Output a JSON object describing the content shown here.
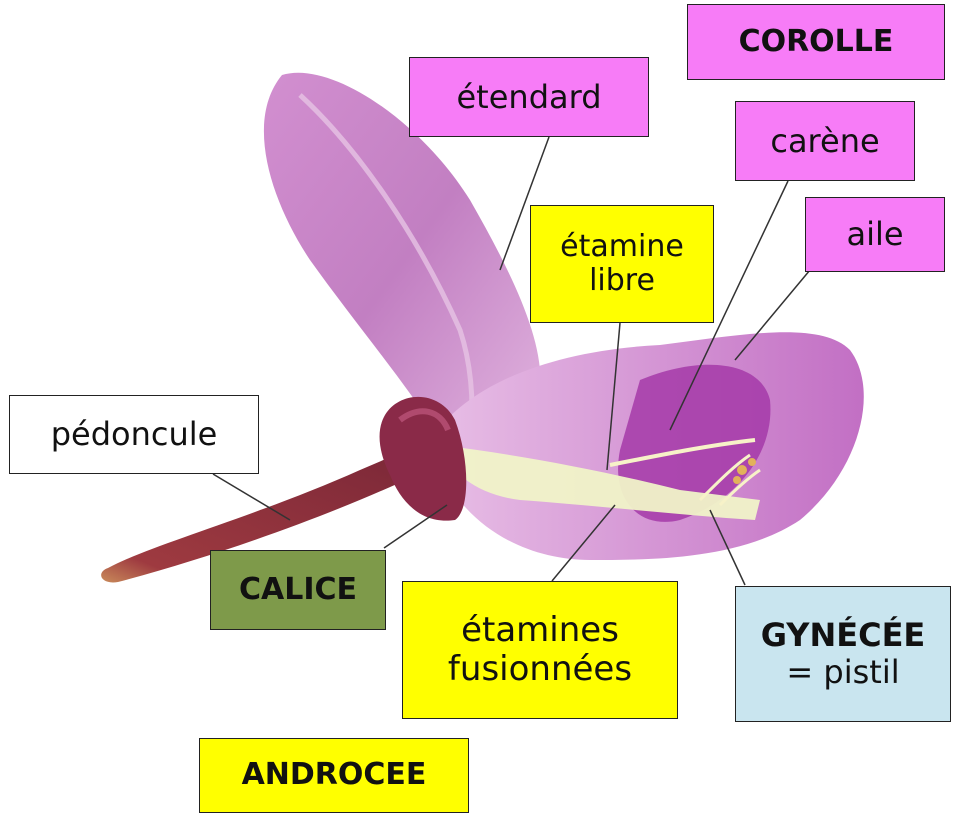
{
  "labels": {
    "corolle": "COROLLE",
    "etendard": "étendard",
    "carene": "carène",
    "aile": "aile",
    "etamine_libre_line1": "étamine",
    "etamine_libre_line2": "libre",
    "pedoncule": "pédoncule",
    "calice": "CALICE",
    "etamines_fusionnees_line1": "étamines",
    "etamines_fusionnees_line2": "fusionnées",
    "gynecee_title": "GYNÉCÉE",
    "gynecee_sub": "= pistil",
    "androcee": "ANDROCEE"
  },
  "colors": {
    "corolle_box": "#f77cf7",
    "androcee_box": "#ffff00",
    "calice_box": "#7e9a4a",
    "gynecee_box": "#c9e5ef",
    "petal": "#c979c6",
    "calyx": "#8a2a48",
    "stem": "#9a3a42"
  }
}
